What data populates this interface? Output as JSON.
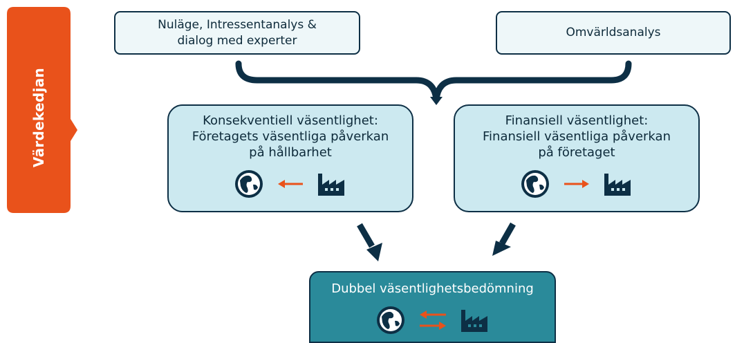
{
  "side_tab": {
    "label": "Värdekedjan",
    "color": "#e9521b"
  },
  "top_left_box": {
    "line1": "Nuläge, Intressentanalys &",
    "line2": "dialog med experter"
  },
  "top_right_box": {
    "line1": "Omvärldsanalys"
  },
  "left_box": {
    "line1": "Konsekventiell väsentlighet:",
    "line2": "Företagets väsentliga påverkan",
    "line3": "på hållbarhet",
    "icons": [
      "globe-icon",
      "arrow-left-icon",
      "factory-icon"
    ]
  },
  "right_box": {
    "line1": "Finansiell väsentlighet:",
    "line2": "Finansiell väsentliga påverkan",
    "line3": "på företaget",
    "icons": [
      "globe-icon",
      "arrow-right-icon",
      "factory-icon"
    ]
  },
  "bottom_box": {
    "line1": "Dubbel väsentlighetsbedömning",
    "icons": [
      "globe-icon",
      "double-arrow-icon",
      "factory-icon"
    ]
  },
  "colors": {
    "navy": "#0d2f45",
    "light_box": "#cce9f0",
    "top_box": "#eef7f9",
    "teal_box": "#2a8a9a",
    "accent_orange": "#e9521b"
  }
}
